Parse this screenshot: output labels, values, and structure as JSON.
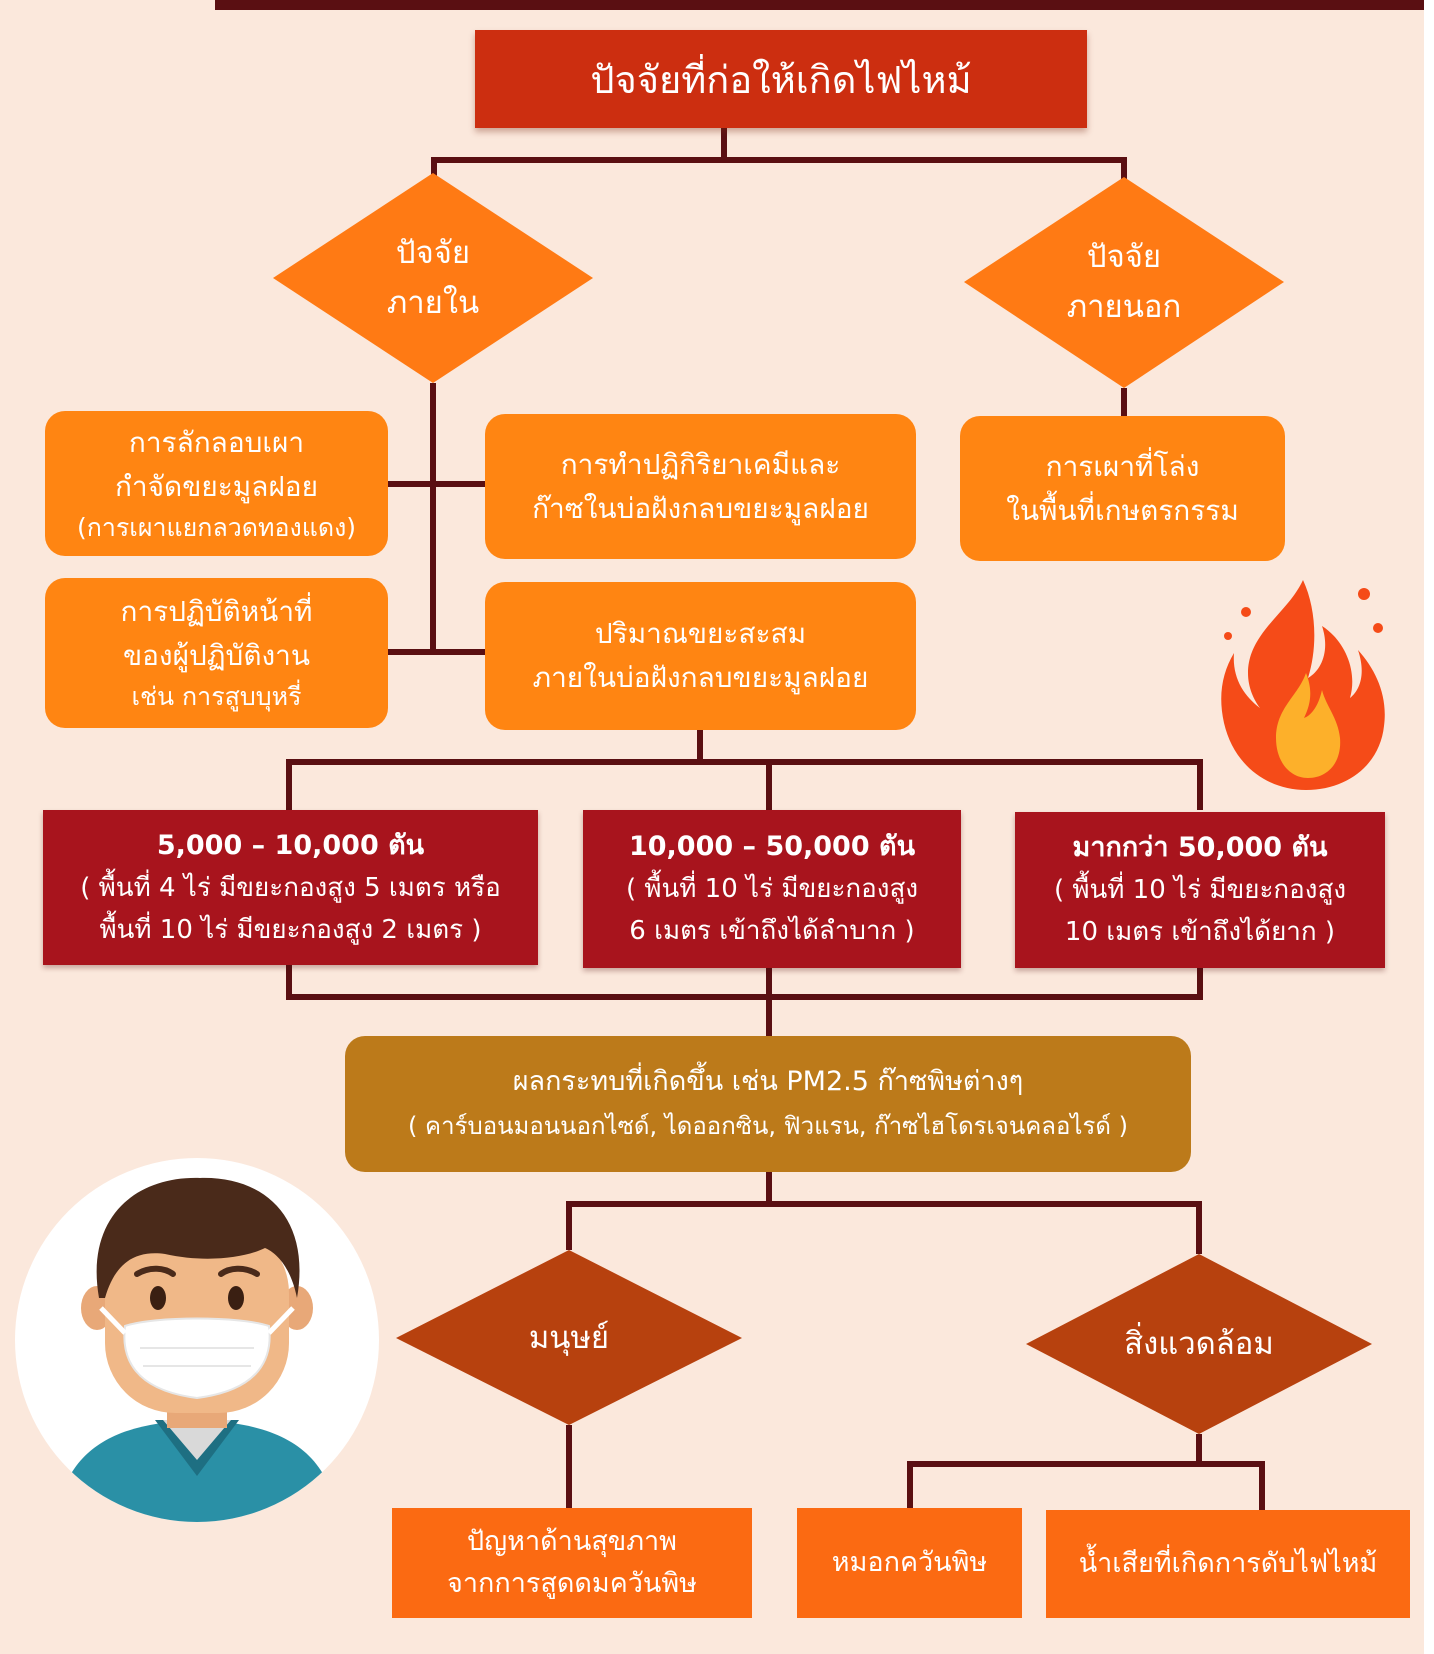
{
  "title": "ปัจจัยที่ก่อให้เกิดไฟไหม้",
  "internal_factor": {
    "line1": "ปัจจัย",
    "line2": "ภายใน"
  },
  "external_factor": {
    "line1": "ปัจจัย",
    "line2": "ภายนอก"
  },
  "internal_causes": [
    {
      "line1": "การลักลอบเผา",
      "line2": "กำจัดขยะมูลฝอย",
      "line3": "(การเผาแยกลวดทองแดง)"
    },
    {
      "line1": "การปฏิบัติหน้าที่",
      "line2": "ของผู้ปฏิบัติงาน",
      "line3": "เช่น การสูบบุหรี่"
    },
    {
      "line1": "การทำปฏิกิริยาเคมีและ",
      "line2": "ก๊าซในบ่อฝังกลบขยะมูลฝอย"
    },
    {
      "line1": "ปริมาณขยะสะสม",
      "line2": "ภายในบ่อฝังกลบขยะมูลฝอย"
    }
  ],
  "external_cause": {
    "line1": "การเผาที่โล่ง",
    "line2": "ในพื้นที่เกษตรกรรม"
  },
  "quantities": [
    {
      "amount": "5,000 – 10,000 ตัน",
      "line1": "( พื้นที่ 4 ไร่ มีขยะกองสูง 5 เมตร หรือ",
      "line2": "พื้นที่ 10 ไร่ มีขยะกองสูง 2 เมตร )"
    },
    {
      "amount": "10,000 – 50,000 ตัน",
      "line1": "( พื้นที่ 10 ไร่ มีขยะกองสูง",
      "line2": "6 เมตร เข้าถึงได้ลำบาก )"
    },
    {
      "amount": "มากกว่า 50,000 ตัน",
      "line1": "( พื้นที่ 10 ไร่ มีขยะกองสูง",
      "line2": "10 เมตร เข้าถึงได้ยาก )"
    }
  ],
  "impact": {
    "line1": "ผลกระทบที่เกิดขึ้น เช่น PM2.5 ก๊าซพิษต่างๆ",
    "line2": "( คาร์บอนมอนนอกไซด์, ไดออกซิน, ฟิวแรน, ก๊าซไฮโดรเจนคลอไรด์ )"
  },
  "human": "มนุษย์",
  "environment": "สิ่งแวดล้อม",
  "health_problem": {
    "line1": "ปัญหาด้านสุขภาพ",
    "line2": "จากการสูดดมควันพิษ"
  },
  "toxic_smoke": "หมอกควันพิษ",
  "wastewater": "น้ำเสียที่เกิดการดับไฟไหม้",
  "colors": {
    "background": "#fbe8dc",
    "title": "#cc2e10",
    "orange": "#ff8512",
    "diamond_orange": "#ff7a14",
    "dark_red": "#a8141d",
    "impact": "#bc7a1a",
    "diamond_brown": "#b7410e",
    "bottom_orange": "#fb6a12",
    "lines": "#5a0f12"
  }
}
